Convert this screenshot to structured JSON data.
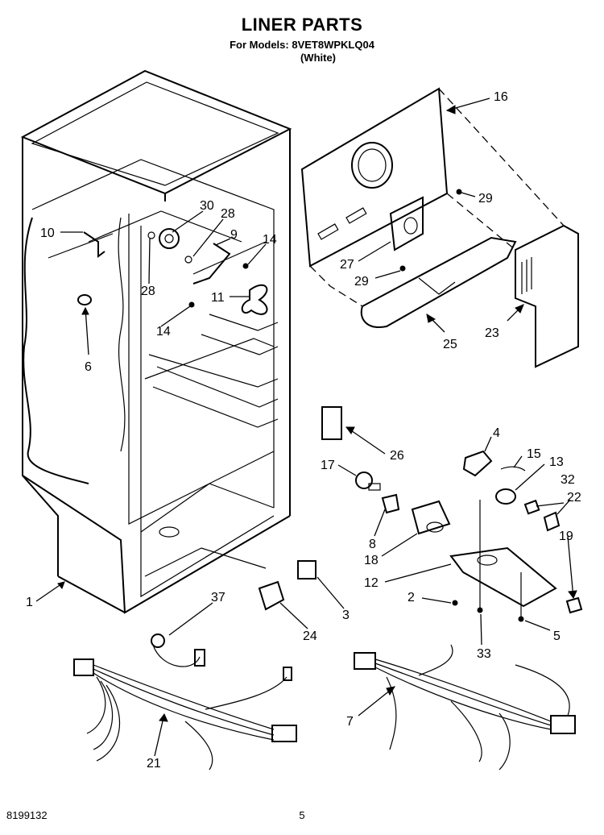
{
  "header": {
    "title": "LINER PARTS",
    "models_line": "For Models: 8VET8WPKLQ04",
    "color_line": "(White)"
  },
  "footer": {
    "doc_number": "8199132",
    "page_number": "5"
  },
  "callouts": {
    "c1": "1",
    "c2": "2",
    "c3": "3",
    "c4": "4",
    "c5": "5",
    "c6": "6",
    "c7": "7",
    "c8": "8",
    "c9": "9",
    "c10": "10",
    "c11": "11",
    "c12": "12",
    "c13": "13",
    "c14a": "14",
    "c14b": "14",
    "c15": "15",
    "c16": "16",
    "c17": "17",
    "c18": "18",
    "c19": "19",
    "c21": "21",
    "c22": "22",
    "c23": "23",
    "c24": "24",
    "c25": "25",
    "c26": "26",
    "c27": "27",
    "c28a": "28",
    "c28b": "28",
    "c29a": "29",
    "c29b": "29",
    "c30": "30",
    "c32": "32",
    "c33": "33",
    "c37": "37"
  }
}
